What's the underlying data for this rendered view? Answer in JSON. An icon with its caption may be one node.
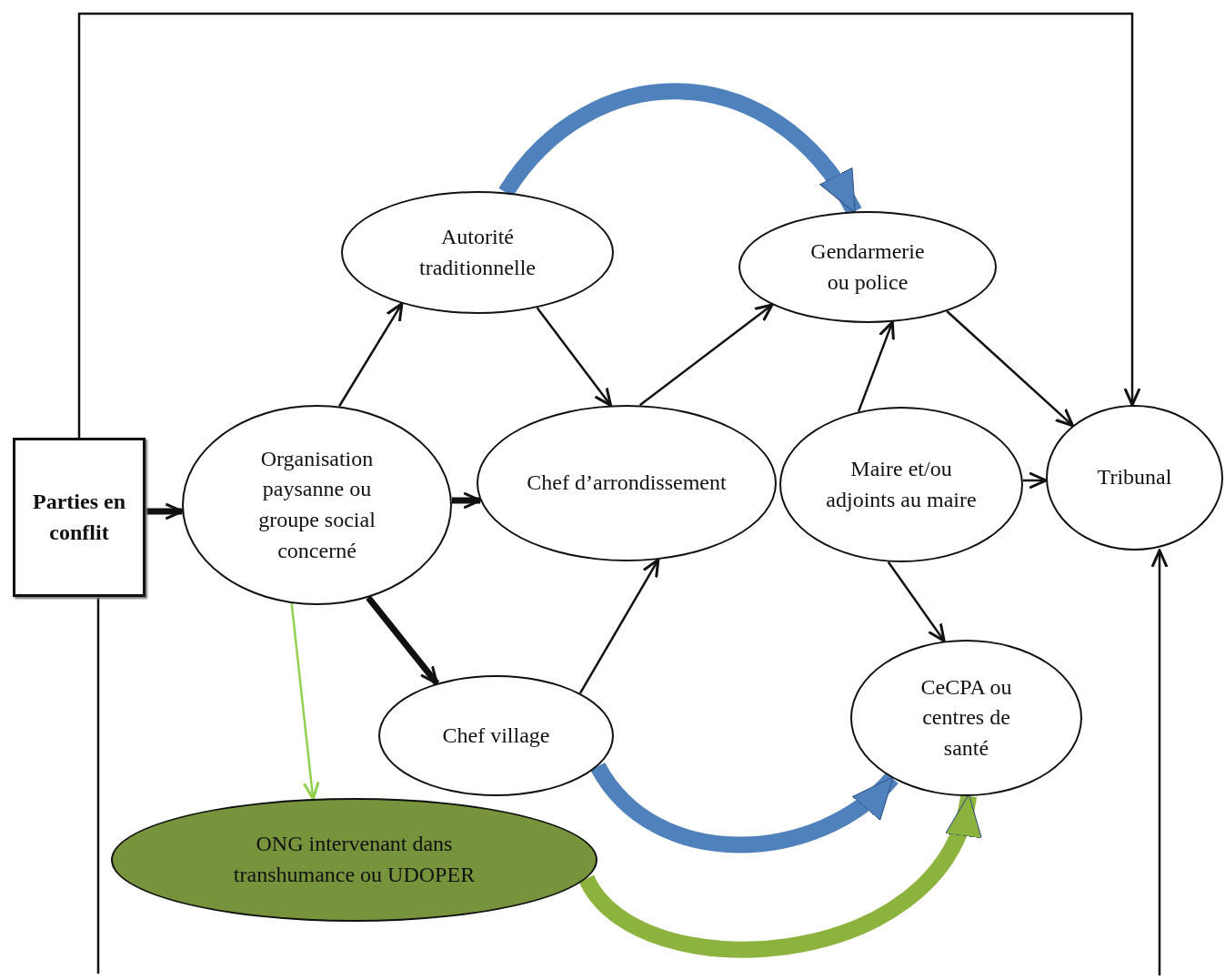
{
  "diagram": {
    "nodes": [
      {
        "text": [
          "Parties en conflit"
        ]
      },
      {
        "text": [
          "Organisation paysanne ou groupe social concerné"
        ]
      },
      {
        "text": [
          "Autorité traditionnelle"
        ]
      },
      {
        "text": [
          "Gendarmerie ou police"
        ]
      },
      {
        "text": [
          "Chef d’arrondissement"
        ]
      },
      {
        "text": [
          "Maire et/ou adjoints au maire"
        ]
      },
      {
        "text": [
          "Tribunal"
        ]
      },
      {
        "text": [
          "Chef village"
        ]
      },
      {
        "text": [
          "CeCPA ou centres de santé"
        ]
      },
      {
        "text": [
          "ONG intervenant dans transhumance ou UDOPER"
        ]
      }
    ],
    "edges": [
      {
        "from": 0,
        "to": 1,
        "arrow": "to",
        "style": "thick"
      },
      {
        "from": 1,
        "to": 2,
        "arrow": "to"
      },
      {
        "from": 2,
        "to": 4,
        "arrow": "to"
      },
      {
        "from": 1,
        "to": 4,
        "arrow": "to",
        "style": "thick"
      },
      {
        "from": 4,
        "to": 3,
        "arrow": "to"
      },
      {
        "from": 5,
        "to": 3,
        "arrow": "to"
      },
      {
        "from": 3,
        "to": 6,
        "arrow": "to"
      },
      {
        "from": 5,
        "to": 6,
        "arrow": "to"
      },
      {
        "from": 7,
        "to": 4,
        "arrow": "to"
      },
      {
        "from": 5,
        "to": 8,
        "arrow": "to"
      },
      {
        "from": 1,
        "to": 7,
        "arrow": "to",
        "style": "thick"
      },
      {
        "from": 1,
        "to": 9,
        "arrow": "to",
        "color": "#92d050"
      },
      {
        "from": 2,
        "to": 3,
        "arrow": "to",
        "style": "thick",
        "color": "#4f81bd"
      },
      {
        "from": 7,
        "to": 8,
        "arrow": "to",
        "style": "thick",
        "color": "#4f81bd"
      },
      {
        "from": 9,
        "to": 8,
        "arrow": "to",
        "style": "thick",
        "color": "#8db33f"
      },
      {
        "from": 0,
        "to": 6,
        "arrow": "to"
      },
      {
        "from": 0,
        "to": null,
        "arrow": "none"
      },
      {
        "from": null,
        "to": 6,
        "arrow": "to"
      }
    ]
  }
}
